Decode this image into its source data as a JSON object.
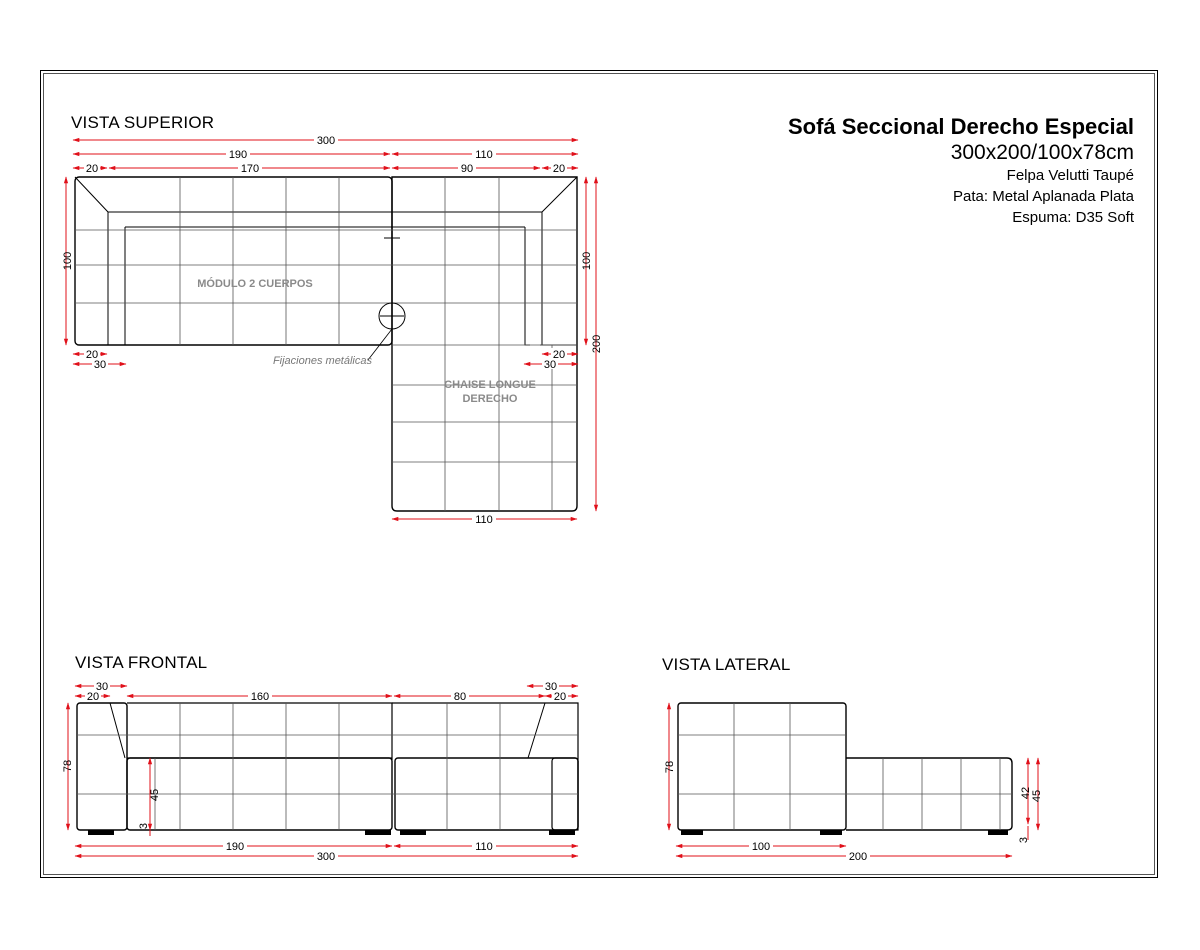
{
  "title_block": {
    "product": "Sofá Seccional Derecho Especial",
    "dimensions": "300x200/100x78cm",
    "fabric": "Felpa Velutti Taupé",
    "legs": "Pata: Metal Aplanada Plata",
    "foam": "Espuma: D35 Soft"
  },
  "views": {
    "top": {
      "title": "VISTA SUPERIOR",
      "module_label": "MÓDULO 2 CUERPOS",
      "chaise_label_1": "CHAISE LONGUE",
      "chaise_label_2": "DERECHO",
      "fixings_note": "Fijaciones metálicas",
      "dims": {
        "total_width": "300",
        "module_width": "190",
        "chaise_width": "110",
        "arm_left": "20",
        "seat_module": "170",
        "seat_chaise": "90",
        "arm_right": "20",
        "depth_left": "100",
        "depth_right": "100",
        "total_depth": "200",
        "bottom_arm_left": "20",
        "bottom_back_left": "30",
        "bottom_arm_right": "20",
        "bottom_back_right": "30",
        "chaise_bottom": "110"
      }
    },
    "front": {
      "title": "VISTA FRONTAL",
      "dims": {
        "left_30": "30",
        "left_20": "20",
        "seat_160": "160",
        "seat_80": "80",
        "right_30": "30",
        "right_20": "20",
        "height": "78",
        "seat_height": "45",
        "leg": "3",
        "module": "190",
        "chaise": "110",
        "total": "300"
      }
    },
    "side": {
      "title": "VISTA LATERAL",
      "dims": {
        "height": "78",
        "seat_42": "42",
        "seat_45": "45",
        "leg": "3",
        "back": "100",
        "total": "200"
      }
    }
  },
  "colors": {
    "dimension": "#e0101a",
    "outline": "#000000",
    "grid": "#555555",
    "label": "#8a8a8a"
  }
}
